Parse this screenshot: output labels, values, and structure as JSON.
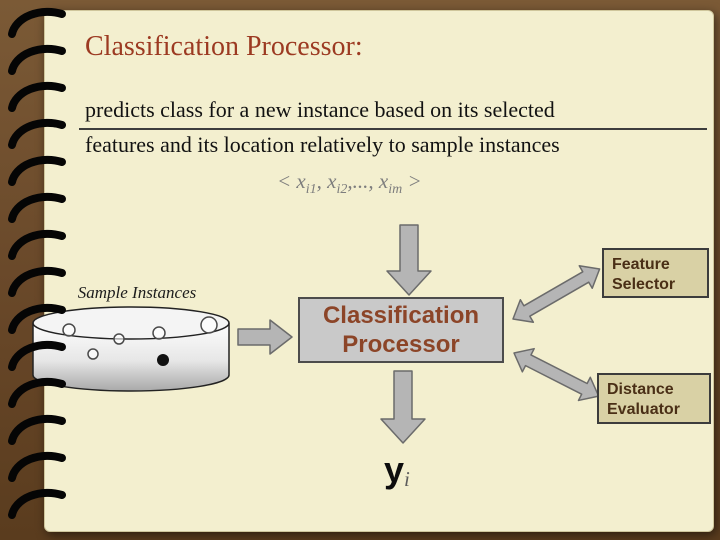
{
  "slide": {
    "title": "Classification Processor:",
    "body": {
      "line1": "predicts class for a new instance based on its selected",
      "line2": "features and its location relatively to sample instances"
    },
    "formula": {
      "open": "< x",
      "sub1": "i1",
      "mid1": ", x",
      "sub2": "i2",
      "mid2": ",..., x",
      "sub3": "im",
      "close": " >"
    },
    "output": {
      "symbol": "y",
      "subscript": "i"
    }
  },
  "diagram": {
    "sample_instances": {
      "label": "Sample Instances"
    },
    "processor_box": {
      "line1": "Classification",
      "line2": "Processor"
    },
    "feature_selector_box": {
      "line1": "Feature",
      "line2": "Selector"
    },
    "distance_evaluator_box": {
      "line1": "Distance",
      "line2": "Evaluator"
    }
  },
  "colors": {
    "frame": "#6a492a",
    "slide_bg": "#f3efcf",
    "title_text": "#9c3a22",
    "body_text": "#121212",
    "formula_text": "#7d7d7d",
    "processor_box_fill": "#c9c9c9",
    "processor_box_text": "#8c4528",
    "side_box_fill": "#d9d1a5",
    "side_box_text": "#4a2f16",
    "arrow_fill": "#b5b5b5",
    "arrow_outline": "#6b6b6b",
    "spiral_binding": "#050505"
  }
}
